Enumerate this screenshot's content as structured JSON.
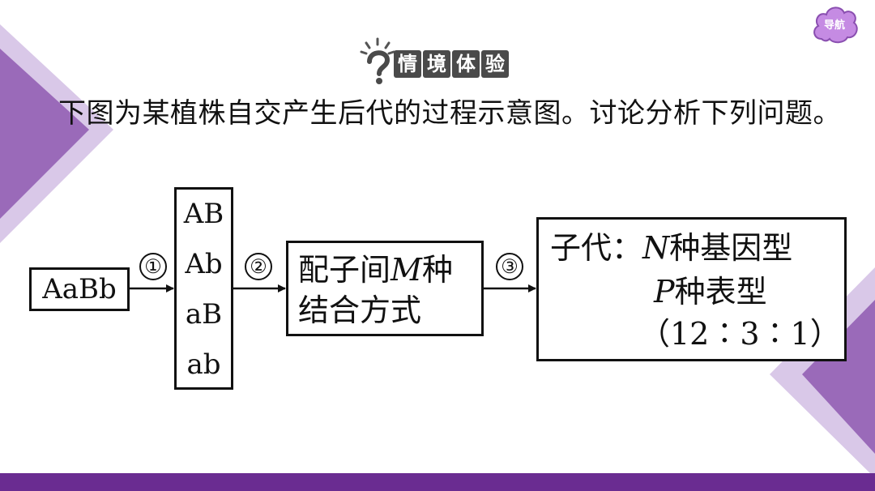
{
  "nav": {
    "label": "导航"
  },
  "banner": {
    "chars": [
      "情",
      "境",
      "体",
      "验"
    ]
  },
  "question": {
    "text": "下图为某植株自交产生后代的过程示意图。讨论分析下列问题。"
  },
  "diagram": {
    "parent": "AaBb",
    "gametes": [
      "AB",
      "Ab",
      "aB",
      "ab"
    ],
    "steps": [
      "①",
      "②",
      "③"
    ],
    "combination": {
      "line1_prefix": "配子间",
      "var": "M",
      "line1_suffix": "种",
      "line2": "结合方式"
    },
    "offspring": {
      "label": "子代：",
      "genotype_var": "N",
      "genotype_text": "种基因型",
      "phenotype_var": "P",
      "phenotype_text": "种表型",
      "ratio": "（12∶3∶1）"
    }
  },
  "colors": {
    "accent": "#6a2c91",
    "light_accent": "#c9b3dd",
    "nav_bg": "#c58be3",
    "banner_bg": "#4a4a4a"
  }
}
